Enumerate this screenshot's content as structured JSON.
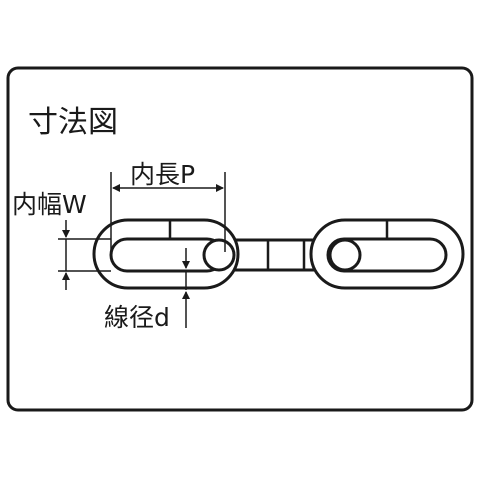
{
  "title": "寸法図",
  "labels": {
    "inner_length": "内長P",
    "inner_width": "内幅W",
    "wire_diameter": "線径d"
  },
  "colors": {
    "frame": "#1a1a1a",
    "link_stroke": "#1a1a1a",
    "link_fill": "#ffffff",
    "text": "#1a1a1a"
  },
  "icons": [
    "chain-link-icon",
    "dimension-arrow-icon"
  ]
}
